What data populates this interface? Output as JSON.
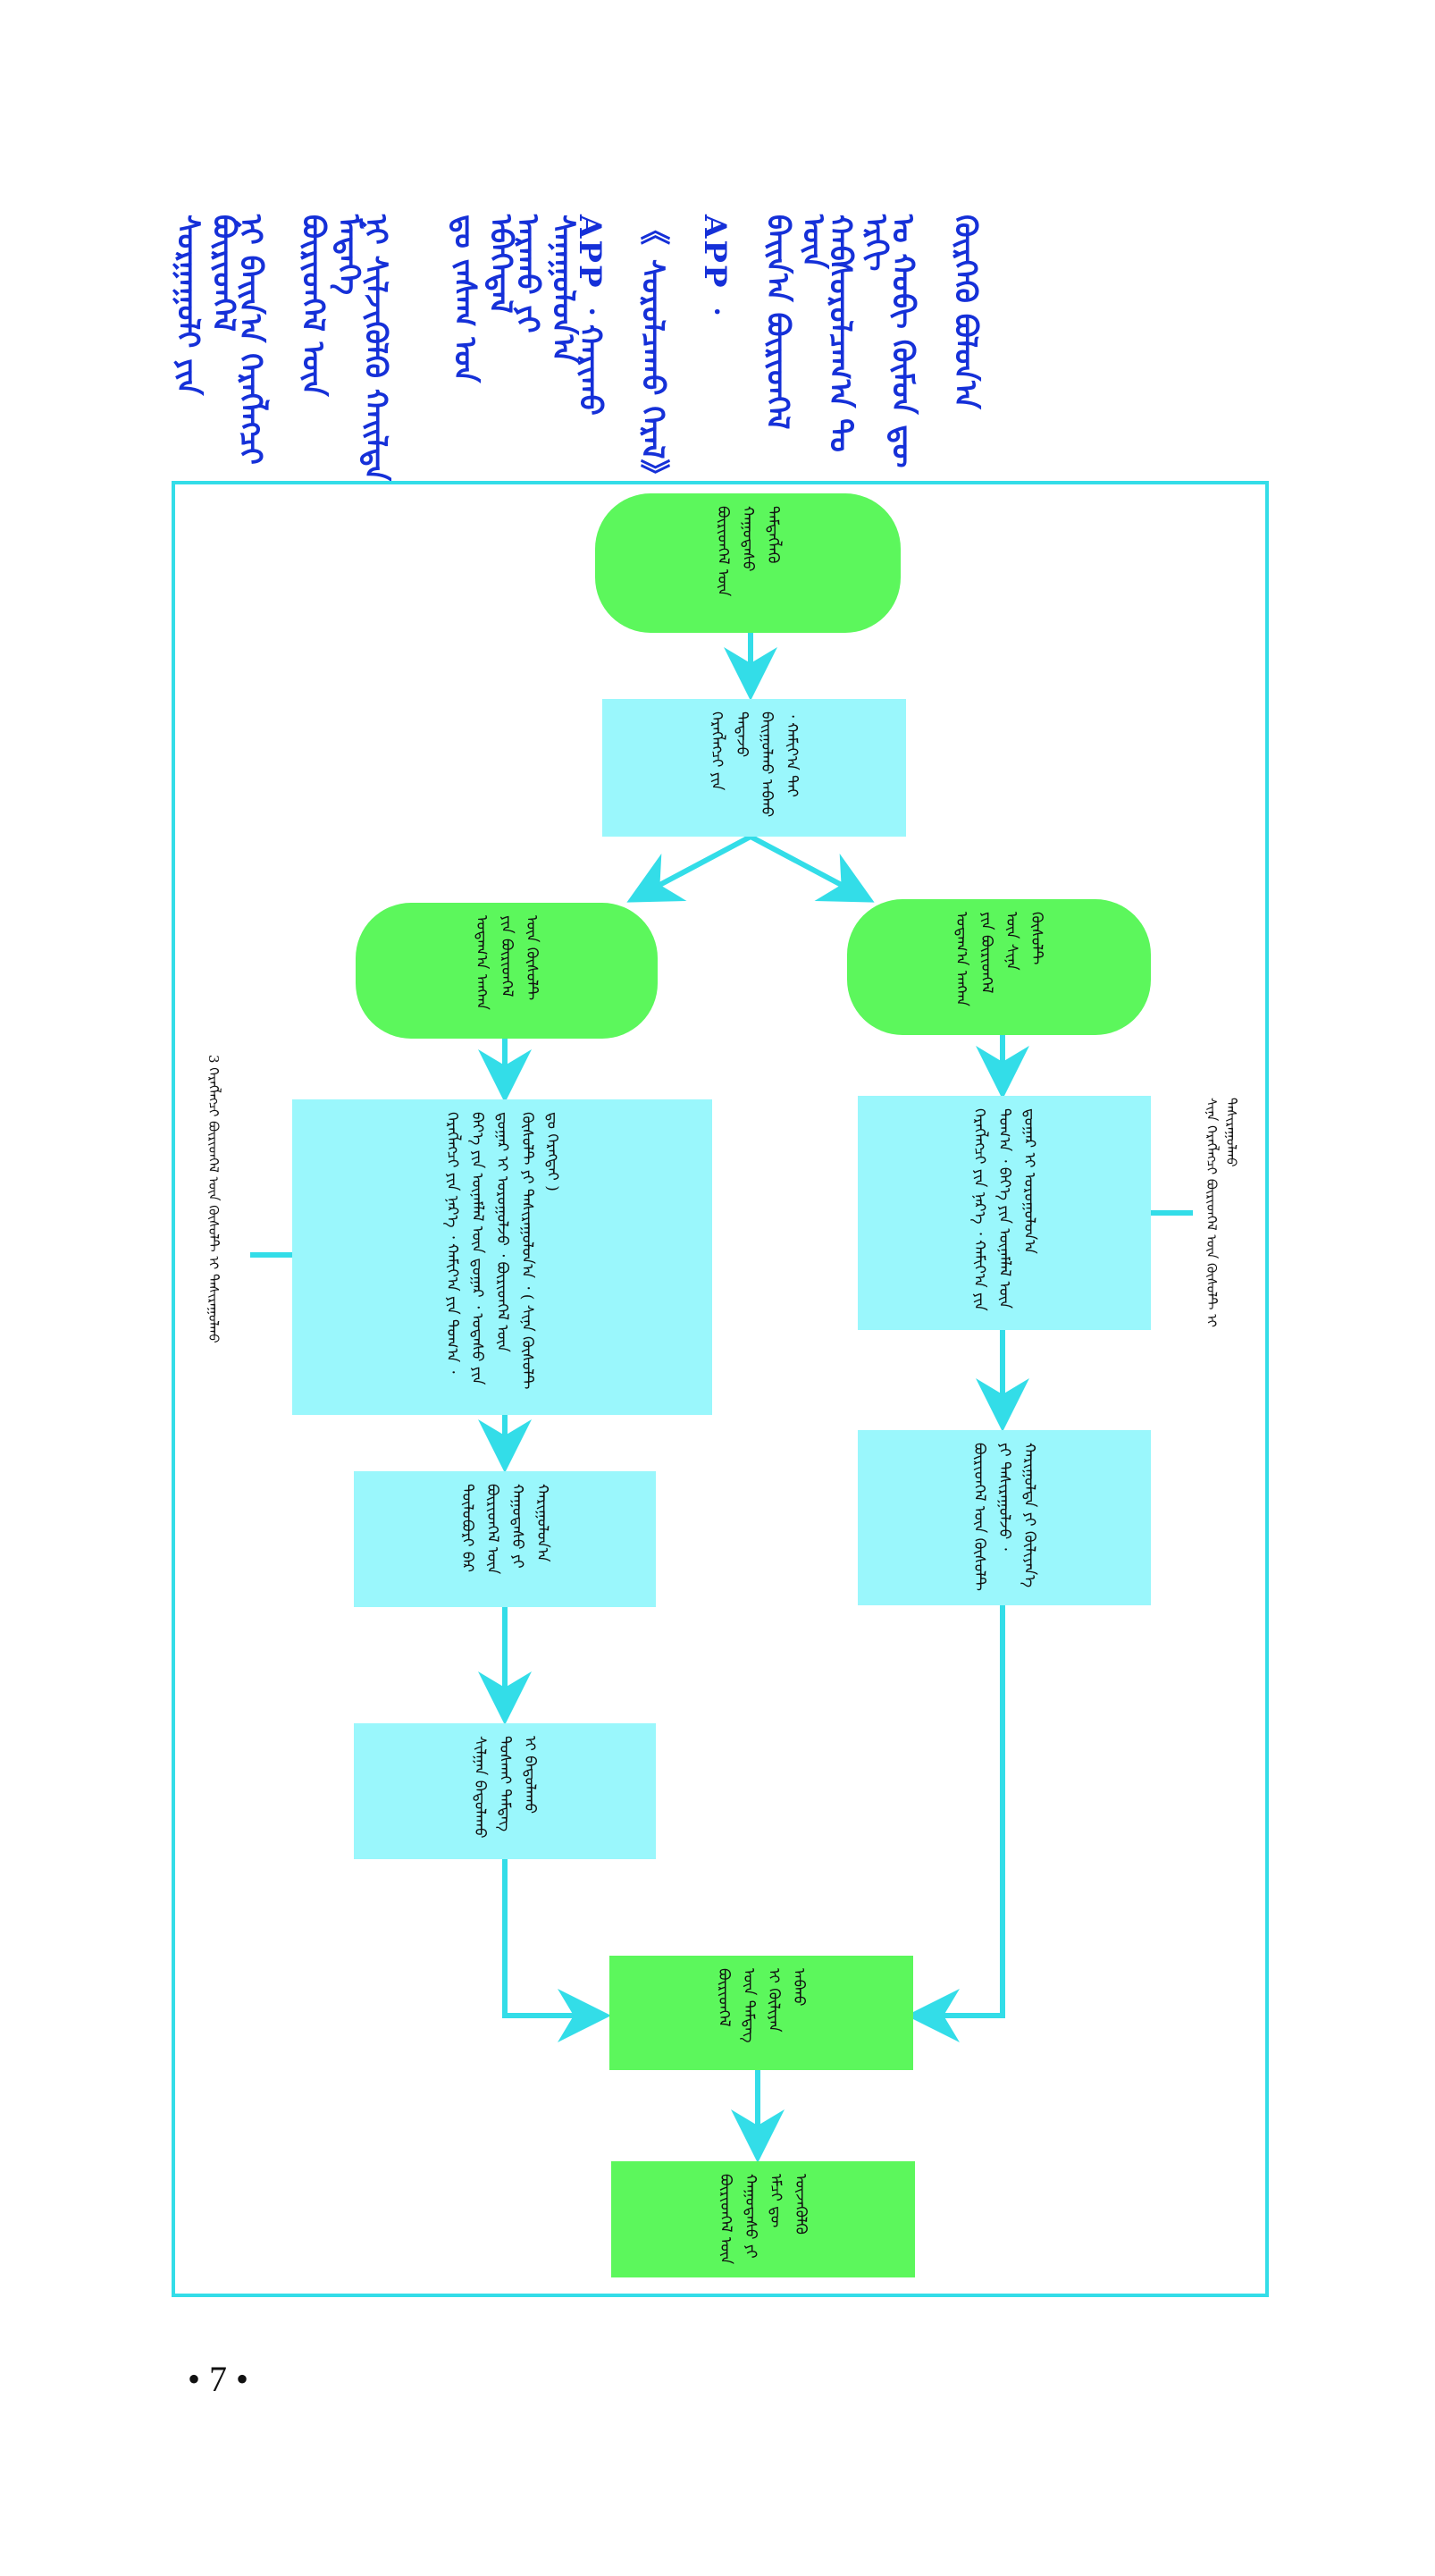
{
  "title_columns": [
    "ᠰᠤᠷᠭᠠᠭᠤᠯᠢ ᠶᠢᠨ ᠪᠦᠷᠢᠳᠬᠡᠯ",
    "ᠨᠢ ᠪᠠᠢᠨ᠎ᠠ ᠬᠡᠷᠡᠭᠯᠡᠭᠴᠢ",
    "ᠪᠦᠷᠢᠳᠬᠡᠯ ᠦᠨ ᠮᠡᠳᠡᠭᠡ",
    "ᠨᠢ ᠰᠢᠯᠵᠢᠭᠦᠯᠬᠦ ᠬᠠᠢᠯᠲᠠ",
    "ᠳᠤ ᠵᠠᠰᠠᠭ ᠤᠨ ᠡᠪᠡᠭᠡᠳᠡᠯ",
    "ᠠᠷᠠᠬᠤ ᠶᠢ ᠰᠠᠨᠠᠭᠤᠯᠤᠨ᠎ᠠ",
    "APP ᠂ ᠬᠠᠷᠢᠬᠤ",
    "《 ᠰᠤᠷᠤᠯᠴᠠᠬᠤ ᠭᠡᠷᠡᠯ》",
    "APP ᠂",
    "ᠪᠠᠢᠨ᠎ᠠ ᠪᠦᠷᠢᠳᠬᠡᠯ ᠦᠨ",
    "ᠬᠠᠪᠰᠤᠷᠤᠯᠴᠠᠭ᠎ᠠ ᠲᠤ ᠡᠷᠬᠢ",
    "ᠤ ᠬᠤᠪᠢ ᠬᠦᠮᠦᠨ ᠳᠦ",
    "ᠬᠦᠷᠭᠡᠬᠦ ᠪᠣᠯᠤᠨ᠎ᠠ"
  ],
  "nodes": {
    "start": "ᠪᠦᠷᠢᠳᠬᠡᠯ ᠦᠨ ᠬᠠᠭᠤᠳᠠᠰᠤ ᠲᠡᠮᠳᠡᠭᠯᠡᠬᠦ",
    "download": "ᠬᠡᠷᠡᠭᠯᠡᠭᠴᠢ ᠶᠢᠨ ᠲᠠᠲᠠᠵᠤ ᠪᠠᠢᠭᠤᠯᠬᠤ ᠠᠪᠬᠤ ᠂ ᠬᠠᠮᠢᠶ᠎ᠠ ᠲᠠᠢ",
    "branch_left": "ᠤᠳᠠᠭ᠎ᠠ ᠠᠩᠬᠠ ᠶᠢᠨ ᠪᠦᠷᠢᠳᠬᠡᠯ ᠦᠨ ᠬᠦᠰᠦᠯᠲ",
    "branch_right": "ᠤᠳᠠᠭ᠎ᠠ ᠠᠩᠬᠠ ᠶᠢᠨ ᠪᠦᠷᠢᠳᠬᠡᠯ ᠦᠨ ᠰᠢᠨᠡ ᠬᠦᠰᠦᠯᠲ",
    "left_step1": "ᠬᠡᠷᠡᠭᠯᠡᠭᠴᠢ ᠶᠢᠨ ᠨᠡᠷ᠎ᠡ ᠂ ᠬᠠᠮᠢᠶ᠎ᠠ ᠶᠢᠨ ᠲᠣᠭ᠎ᠠ ᠂ ᠪᠡᠶ᠎ᠡ ᠶᠢᠨ ᠦᠨᠡᠮᠯᠡᠯ ᠦᠨ ᠳ᠋ᠤᠭᠠᠷ ᠂ ᠤᠳᠠᠰᠤ ᠶᠢᠨ ᠳ᠋ᠤᠭᠠᠷ ᠢ ᠤᠷᠤᠭᠤᠯᠵᠤ ᠂ ᠪᠦᠷᠢᠳᠬᠡᠯ ᠦᠨ ᠬᠦᠰᠦᠯᠲ ᠶᠢ ᠲᠠᠰᠢᠷᠠᠭᠤᠯᠤᠨ᠎ᠠ ᠂ ( ᠰᠢᠨᠡ ᠬᠦᠰᠦᠯᠲ ᠳᠤ ᠬᠡᠷᠡᠭᠲᠡᠢ )",
    "left_step2": "ᠲᠦᠯᠦᠪᠦᠷᠢ ᠪᠡᠷ ᠪᠦᠷᠢᠳᠬᠡᠯ ᠦᠨ ᠬᠠᠭᠤᠳᠠᠰᠤ ᠶᠢ ᠬᠠᠷᠢᠭᠤᠯᠤᠨ᠎ᠠ",
    "left_step3": "ᠰᠢᠯᠭᠠᠨ ᠪᠠᠲᠤᠯᠠᠬᠤ ᠲᠤᠰᠬᠠᠢ ᠲᠡᠮᠳᠡᠭ ᠢ ᠪᠠᠲᠤᠯᠠᠬᠤ",
    "right_step1": "ᠬᠡᠷᠡᠭᠯᠡᠭᠴᠢ ᠶᠢᠨ ᠨᠡᠷ᠎ᠡ ᠂ ᠬᠠᠮᠢᠶ᠎ᠠ ᠶᠢᠨ ᠲᠣᠭ᠎ᠠ ᠂ ᠪᠡᠶ᠎ᠡ ᠶᠢᠨ ᠦᠨᠡᠮᠯᠡᠯ ᠦᠨ ᠳ᠋ᠤᠭᠠᠷ ᠢ ᠤᠷᠤᠭᠤᠯᠤᠨ᠎ᠠ",
    "right_step2": "ᠪᠦᠷᠢᠳᠬᠡᠯ ᠦᠨ ᠬᠦᠰᠦᠯᠲ ᠶᠢ ᠲᠠᠰᠢᠷᠠᠭᠤᠯᠵᠤ ᠂ ᠬᠠᠷᠢᠭᠤᠯᠲᠠ ᠶᠢ ᠬᠦᠯᠢᠶᠡᠨ᠎ᠡ",
    "merge": "ᠪᠦᠷᠢᠳᠬᠡᠯ ᠦᠨ ᠲᠡᠮᠳᠡᠭ ᠢ ᠬᠦᠯᠢᠶᠡᠨ ᠠᠪᠬᠤ",
    "end": "ᠪᠦᠷᠢᠳᠬᠡᠯ ᠦᠨ ᠬᠠᠭᠤᠳᠠᠰᠤ ᠶᠢ ᠡᠮᠴᠢ ᠳᠦ ᠦᠵᠡᠭᠦᠯᠬᠦ"
  },
  "notes": {
    "right_note": "ᠰᠢᠨᠡ ᠬᠡᠷᠡᠭᠯᠡᠭᠴᠢ ᠪᠦᠷᠢᠳᠬᠡᠯ ᠦᠨ ᠬᠦᠰᠦᠯᠲ ᠢ ᠲᠠᠰᠢᠷᠠᠭᠤᠯᠬᠤ",
    "left_note": "3 ᠬᠡᠷᠡᠭᠯᠡᠭᠴᠢ ᠪᠦᠷᠢᠳᠬᠡᠯ ᠦᠨ ᠬᠦᠰᠦᠯᠲ ᠢ ᠲᠠᠰᠢᠷᠠᠭᠤᠯᠬᠤ"
  },
  "page_number": "• 7 •",
  "colors": {
    "title_blue": "#1530d8",
    "node_green": "#5cf75c",
    "node_cyan": "#9af7fc",
    "line_cyan": "#33dde8"
  }
}
